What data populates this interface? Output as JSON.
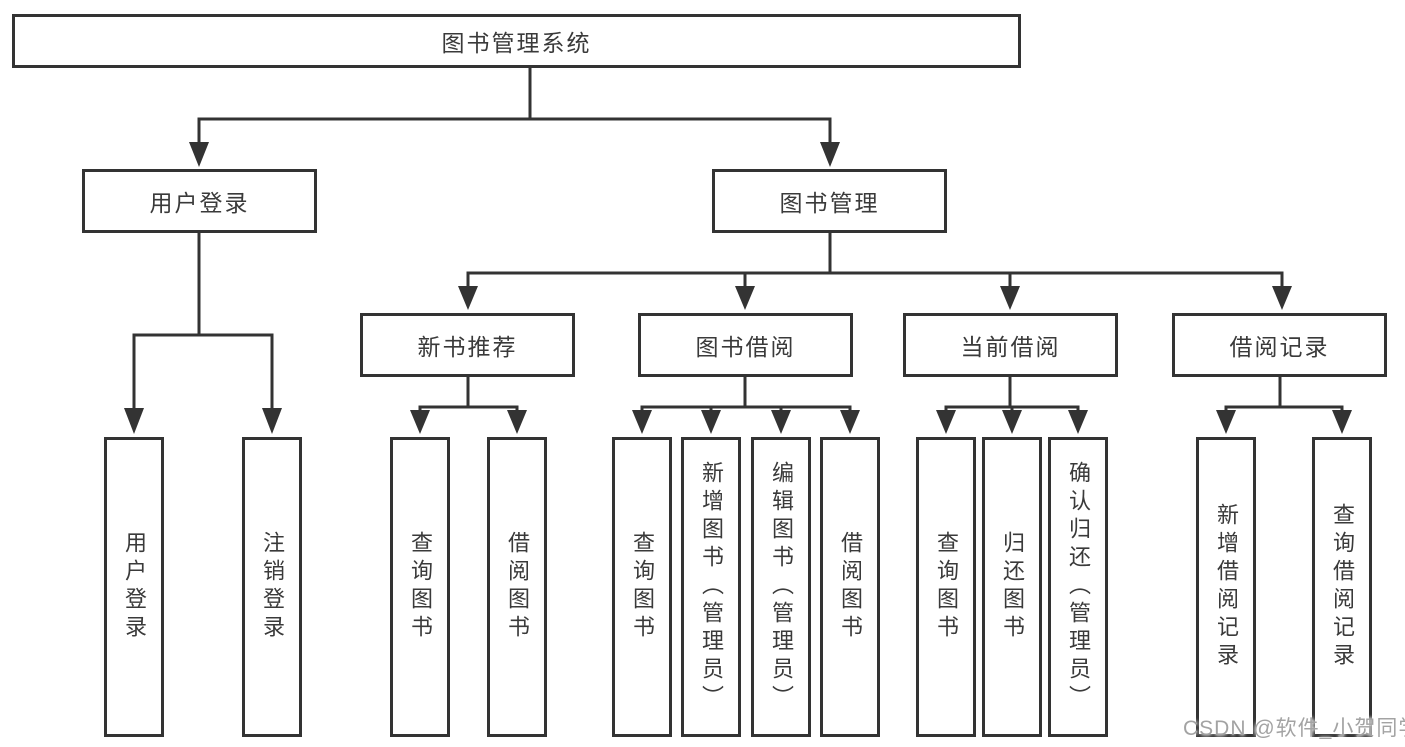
{
  "diagram": {
    "root": "图书管理系统",
    "level2": {
      "user_login": "用户登录",
      "book_mgmt": "图书管理"
    },
    "level3": {
      "new_books": "新书推荐",
      "borrow": "图书借阅",
      "current": "当前借阅",
      "records": "借阅记录"
    },
    "leaves": {
      "user_login": [
        "用户登录",
        "注销登录"
      ],
      "new_books": [
        "查询图书",
        "借阅图书"
      ],
      "borrow": [
        "查询图书",
        "新增图书（管理员）",
        "编辑图书（管理员）",
        "借阅图书"
      ],
      "current": [
        "查询图书",
        "归还图书",
        "确认归还（管理员）"
      ],
      "records": [
        "新增借阅记录",
        "查询借阅记录"
      ]
    }
  },
  "watermark": {
    "text": "CSDN @软件_小贺同学"
  },
  "colors": {
    "line": "#333333",
    "border": "#333333",
    "text": "#3a3a3a",
    "watermark": "#a3a3a3",
    "background": "#ffffff"
  }
}
